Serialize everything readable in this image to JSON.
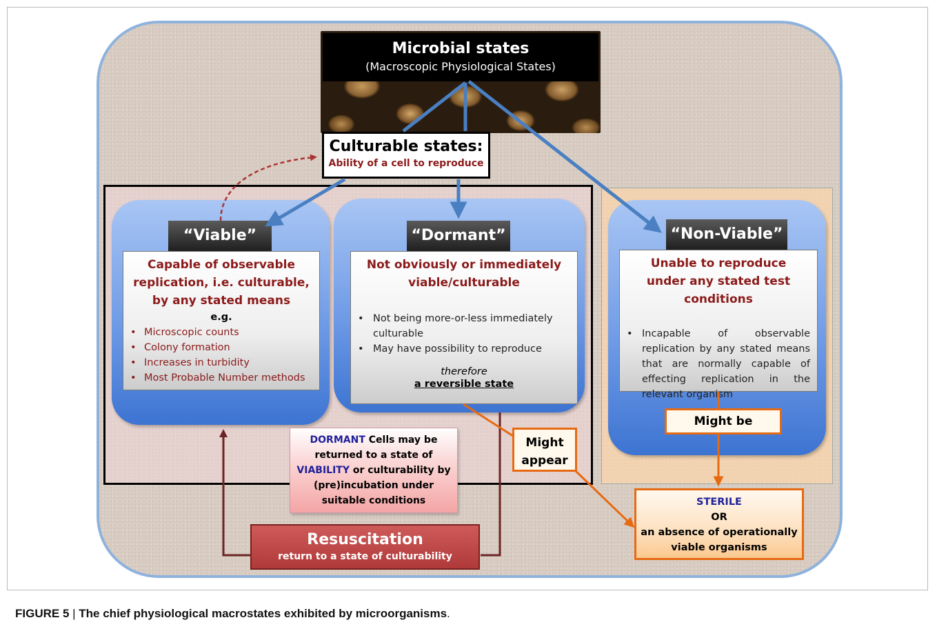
{
  "title": {
    "main": "Microbial states",
    "sub": "(Macroscopic Physiological States)"
  },
  "culturable": {
    "title": "Culturable states:",
    "subtitle": "Ability of a cell to reproduce"
  },
  "viable": {
    "label": "“Viable”",
    "heading": "Capable of observable replication, i.e. culturable, by any stated means",
    "eg": "e.g.",
    "items": [
      "Microscopic counts",
      "Colony formation",
      "Increases in turbidity",
      "Most Probable Number methods"
    ]
  },
  "dormant": {
    "label": "“Dormant”",
    "heading": "Not obviously or immediately viable/culturable",
    "items": [
      "Not being more-or-less immediately culturable",
      "May have possibility to reproduce"
    ],
    "therefore": "therefore",
    "conclusion": "a reversible state"
  },
  "nonviable": {
    "label": "“Non-Viable”",
    "heading": "Unable to reproduce under any stated test conditions",
    "items": [
      "Incapable of observable replication by any stated means that are normally capable of effecting replication in the relevant organism"
    ]
  },
  "might_appear": {
    "line1": "Might",
    "line2": "appear"
  },
  "might_be": "Might be",
  "dormant_note": {
    "w1": "DORMANT",
    "t1": " Cells may be",
    "l2": "returned to a state of",
    "w2": "VIABILITY",
    "t3": " or culturability by",
    "l4": "(pre)incubation under",
    "l5": "suitable conditions"
  },
  "resuscitation": {
    "title": "Resuscitation",
    "subtitle": "return to a state of culturability"
  },
  "sterile": {
    "word": "STERILE",
    "or": "OR",
    "line1": "an absence of operationally",
    "line2": "viable organisms"
  },
  "caption": {
    "figure": "FIGURE 5",
    "sep": " | ",
    "text": "The chief physiological macrostates exhibited by microorganisms",
    "end": "."
  },
  "colors": {
    "arrow_blue": "#4a7fc1",
    "arrow_orange": "#e66a12",
    "dark_red": "#8b1a1a",
    "maroon_line": "#6b2424"
  }
}
